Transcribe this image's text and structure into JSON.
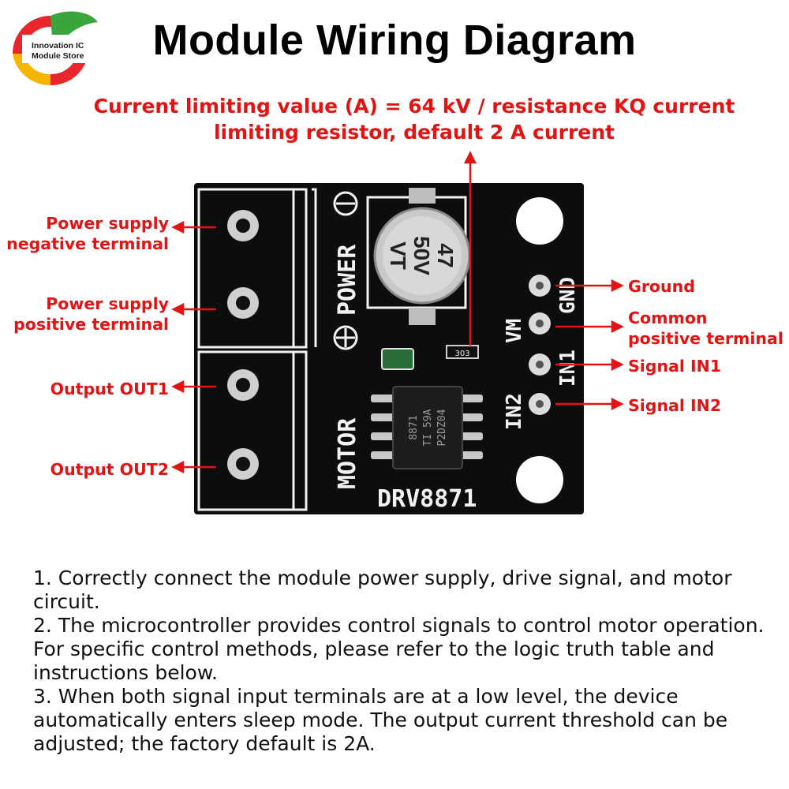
{
  "logo": {
    "line1": "Innovation IC",
    "line2": "Module Store"
  },
  "title": "Module Wiring Diagram",
  "note": {
    "line1": "Current limiting value (A) = 64 kV / resistance KQ current",
    "line2": "limiting resistor, default 2 A current"
  },
  "labels": {
    "left": [
      {
        "line1": "Power supply",
        "line2": "negative terminal"
      },
      {
        "line1": "Power supply",
        "line2": "positive terminal"
      },
      {
        "line1": "Output OUT1"
      },
      {
        "line1": "Output OUT2"
      }
    ],
    "right": [
      {
        "line1": "Ground"
      },
      {
        "line1": "Common",
        "line2": "positive terminal"
      },
      {
        "line1": "Signal IN1"
      },
      {
        "line1": "Signal IN2"
      }
    ]
  },
  "board": {
    "capacitor": {
      "line1": "47",
      "line2": "50V",
      "line3": "VT"
    },
    "silk_power": "POWER",
    "silk_motor": "MOTOR",
    "silk_gnd": "GND",
    "silk_vm": "VM",
    "silk_in1": "IN1",
    "silk_in2": "IN2",
    "model": "DRV8871",
    "resistor": "303",
    "chip_line1": "8871",
    "chip_line2": "TI 59A",
    "chip_line3": "P2DZ04"
  },
  "instructions": [
    "1. Correctly connect the module power supply, drive signal, and motor circuit.",
    "2. The microcontroller provides control signals to control motor operation. For specific control methods, please refer to the logic truth table and instructions below.",
    "3. When both signal input terminals are at a low level, the device automatically enters sleep mode. The output current threshold can be adjusted; the factory default is 2A."
  ],
  "colors": {
    "accent": "#e21313",
    "board": "#0d0d0d",
    "silk": "#f2f2f2"
  }
}
